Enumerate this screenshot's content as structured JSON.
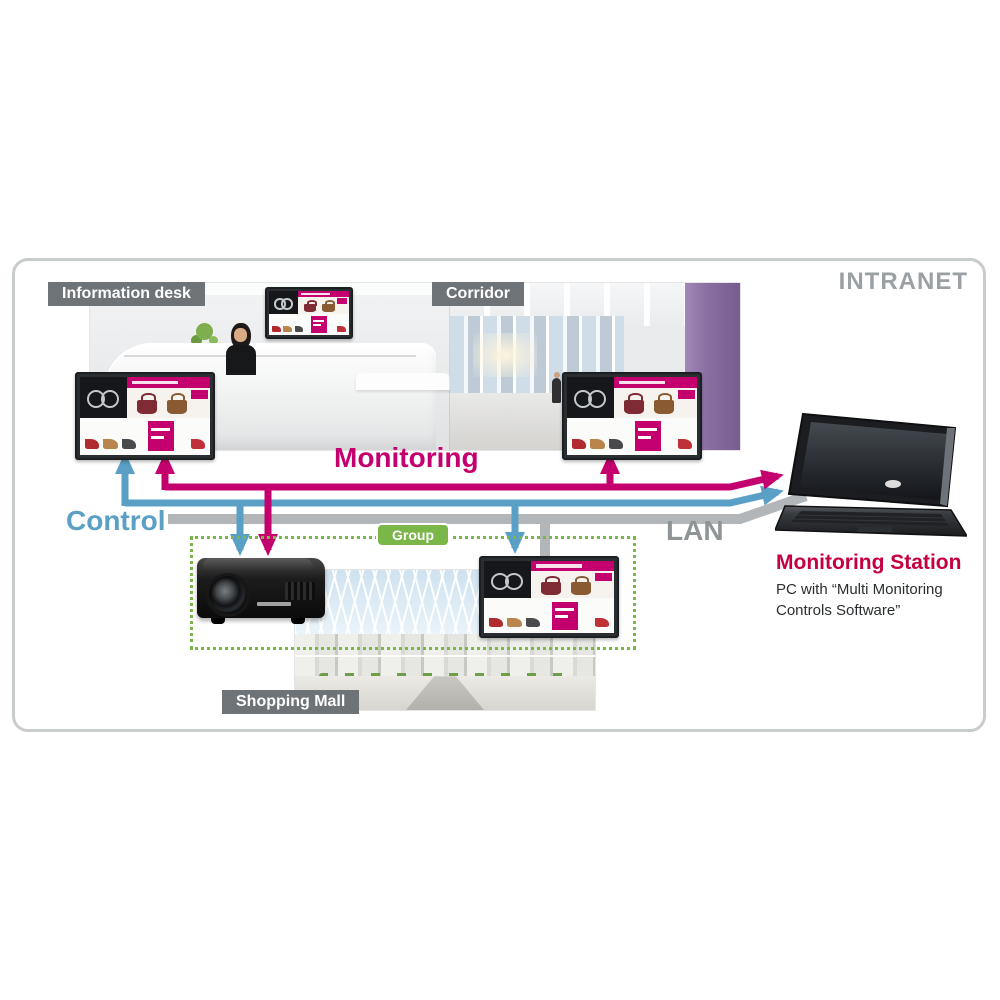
{
  "diagram": {
    "intranet_label": "INTRANET",
    "areas": {
      "information_desk": {
        "label": "Information desk"
      },
      "corridor": {
        "label": "Corridor"
      },
      "shopping_mall": {
        "label": "Shopping Mall"
      },
      "group": {
        "label": "Group"
      }
    },
    "connections": {
      "monitoring": {
        "label": "Monitoring",
        "color": "#c4006e"
      },
      "control": {
        "label": "Control",
        "color": "#5a9fc5"
      },
      "lan": {
        "label": "LAN",
        "color": "#b3b6b8"
      }
    },
    "monitoring_station": {
      "title": "Monitoring Station",
      "description": [
        "PC with “Multi Monitoring",
        "Controls Software”"
      ]
    },
    "colors": {
      "group_green": "#7ab648",
      "label_gray": "#6e7377",
      "station_title_red": "#c50040",
      "frame_gray": "#c9cccd"
    }
  }
}
